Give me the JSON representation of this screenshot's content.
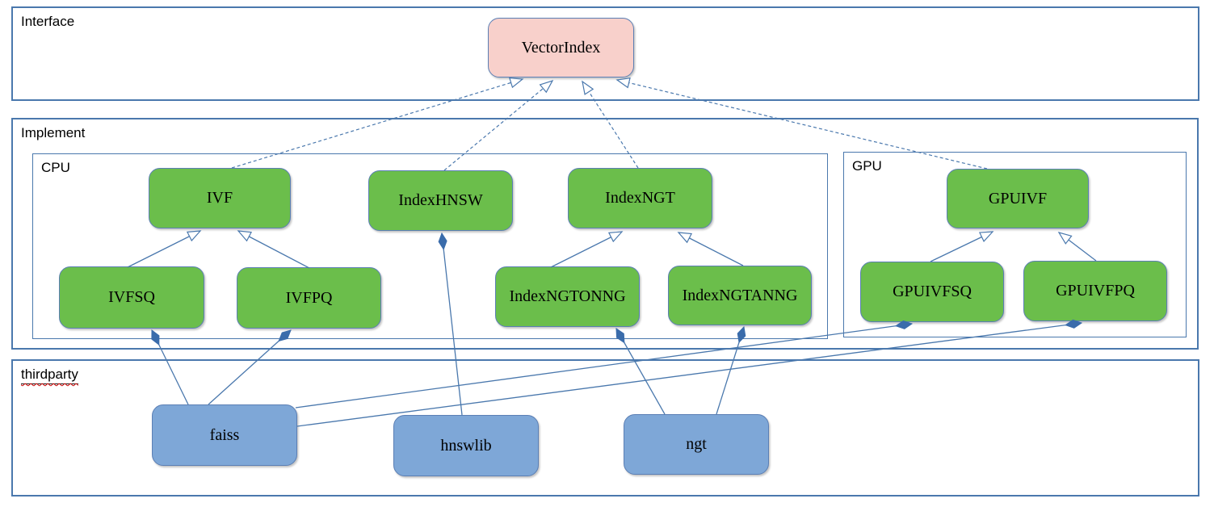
{
  "groups": {
    "interface": {
      "label": "Interface"
    },
    "implement": {
      "label": "Implement"
    },
    "cpu": {
      "label": "CPU"
    },
    "gpu": {
      "label": "GPU"
    },
    "thirdparty": {
      "label": "thirdparty"
    }
  },
  "nodes": {
    "vectorindex": {
      "label": "VectorIndex",
      "group": "interface",
      "color": "#f8d0cb"
    },
    "ivf": {
      "label": "IVF",
      "group": "cpu",
      "color": "#6bbe4b"
    },
    "indexhnsw": {
      "label": "IndexHNSW",
      "group": "cpu",
      "color": "#6bbe4b"
    },
    "indexngt": {
      "label": "IndexNGT",
      "group": "cpu",
      "color": "#6bbe4b"
    },
    "ivfsq": {
      "label": "IVFSQ",
      "group": "cpu",
      "color": "#6bbe4b"
    },
    "ivfpq": {
      "label": "IVFPQ",
      "group": "cpu",
      "color": "#6bbe4b"
    },
    "indexngtonng": {
      "label": "IndexNGTONNG",
      "group": "cpu",
      "color": "#6bbe4b"
    },
    "indexngtanng": {
      "label": "IndexNGTANNG",
      "group": "cpu",
      "color": "#6bbe4b"
    },
    "gpuivf": {
      "label": "GPUIVF",
      "group": "gpu",
      "color": "#6bbe4b"
    },
    "gpuivfsq": {
      "label": "GPUIVFSQ",
      "group": "gpu",
      "color": "#6bbe4b"
    },
    "gpuivfpq": {
      "label": "GPUIVFPQ",
      "group": "gpu",
      "color": "#6bbe4b"
    },
    "faiss": {
      "label": "faiss",
      "group": "thirdparty",
      "color": "#7ea7d7"
    },
    "hnswlib": {
      "label": "hnswlib",
      "group": "thirdparty",
      "color": "#7ea7d7"
    },
    "ngt": {
      "label": "ngt",
      "group": "thirdparty",
      "color": "#7ea7d7"
    }
  },
  "edges": [
    {
      "from": "ivf",
      "to": "vectorindex",
      "type": "realization"
    },
    {
      "from": "indexhnsw",
      "to": "vectorindex",
      "type": "realization"
    },
    {
      "from": "indexngt",
      "to": "vectorindex",
      "type": "realization"
    },
    {
      "from": "gpuivf",
      "to": "vectorindex",
      "type": "realization"
    },
    {
      "from": "ivfsq",
      "to": "ivf",
      "type": "generalization"
    },
    {
      "from": "ivfpq",
      "to": "ivf",
      "type": "generalization"
    },
    {
      "from": "indexngtonng",
      "to": "indexngt",
      "type": "generalization"
    },
    {
      "from": "indexngtanng",
      "to": "indexngt",
      "type": "generalization"
    },
    {
      "from": "gpuivfsq",
      "to": "gpuivf",
      "type": "generalization"
    },
    {
      "from": "gpuivfpq",
      "to": "gpuivf",
      "type": "generalization"
    },
    {
      "from": "faiss",
      "to": "ivfsq",
      "type": "composition",
      "diamond_at": "ivfsq"
    },
    {
      "from": "faiss",
      "to": "ivfpq",
      "type": "composition",
      "diamond_at": "ivfpq"
    },
    {
      "from": "faiss",
      "to": "gpuivfsq",
      "type": "composition",
      "diamond_at": "gpuivfsq"
    },
    {
      "from": "faiss",
      "to": "gpuivfpq",
      "type": "composition",
      "diamond_at": "gpuivfpq"
    },
    {
      "from": "hnswlib",
      "to": "indexhnsw",
      "type": "composition",
      "diamond_at": "indexhnsw"
    },
    {
      "from": "ngt",
      "to": "indexngtonng",
      "type": "composition",
      "diamond_at": "indexngtonng"
    },
    {
      "from": "ngt",
      "to": "indexngtanng",
      "type": "composition",
      "diamond_at": "indexngtanng"
    }
  ],
  "colors": {
    "node_green": "#6bbe4b",
    "node_blue": "#7ea7d7",
    "node_pink": "#f8d0cb",
    "line": "#4a78ad",
    "node_border": "#5b7fb5",
    "spellcheck_underline": "#cc0000",
    "text": "#000000",
    "background": "#ffffff"
  }
}
